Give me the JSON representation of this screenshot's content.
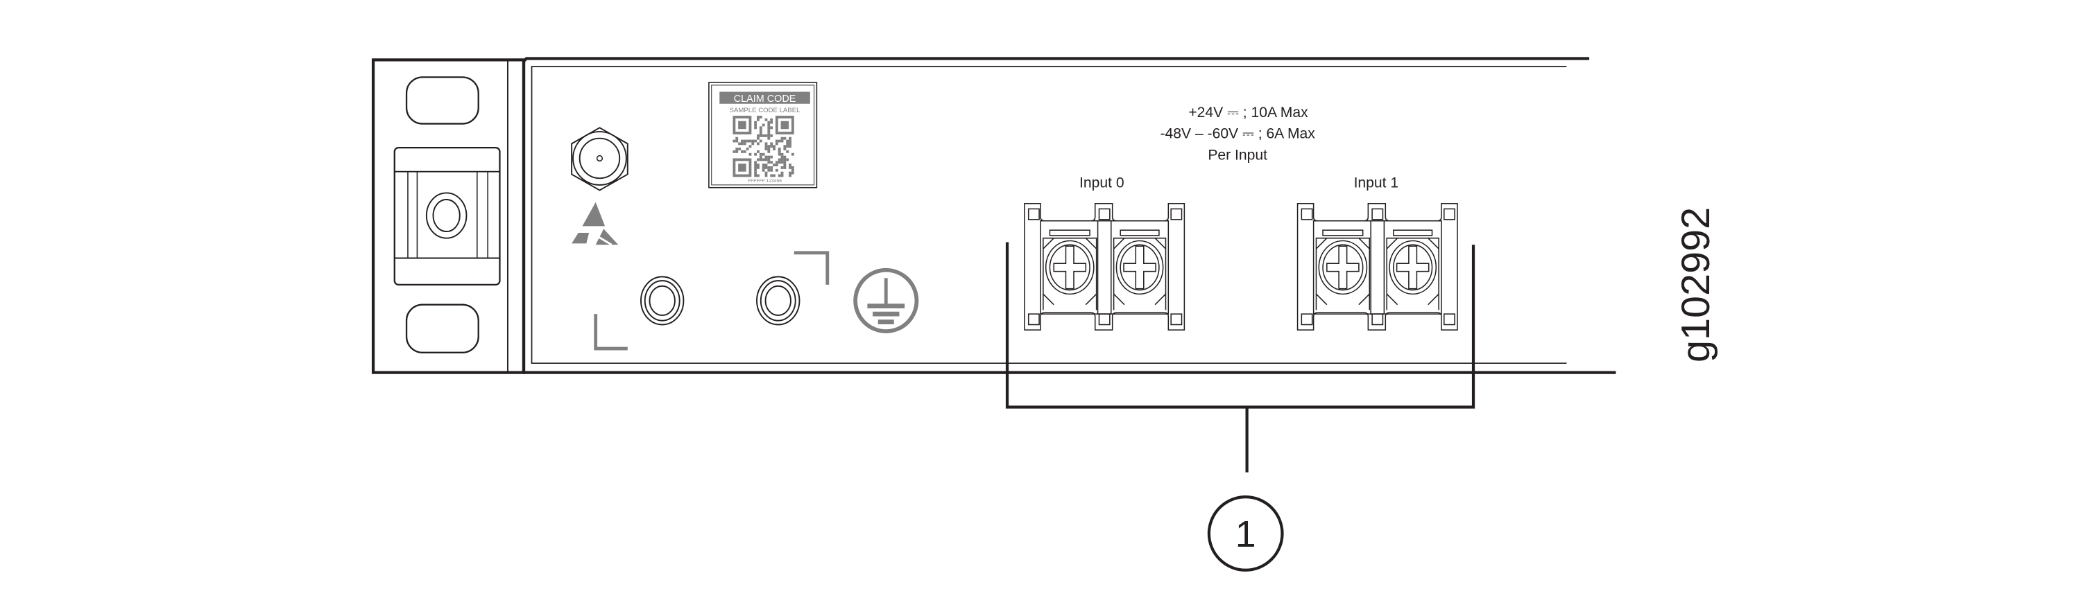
{
  "claim_label": {
    "title": "CLAIM CODE",
    "subtitle": "SAMPLE CODE LABEL",
    "serial": "FFFFFF 123456"
  },
  "rating": {
    "line1": "+24V ⎓ ; 10A Max",
    "line2": "-48V – -60V ⎓ ; 6A Max",
    "line3": "Per Input"
  },
  "inputs": [
    {
      "label": "Input 0"
    },
    {
      "label": "Input 1"
    }
  ],
  "callout": {
    "number": "1"
  },
  "figure_id": "g102992",
  "colors": {
    "line": "#231f20",
    "symbol_gray": "#808080"
  }
}
